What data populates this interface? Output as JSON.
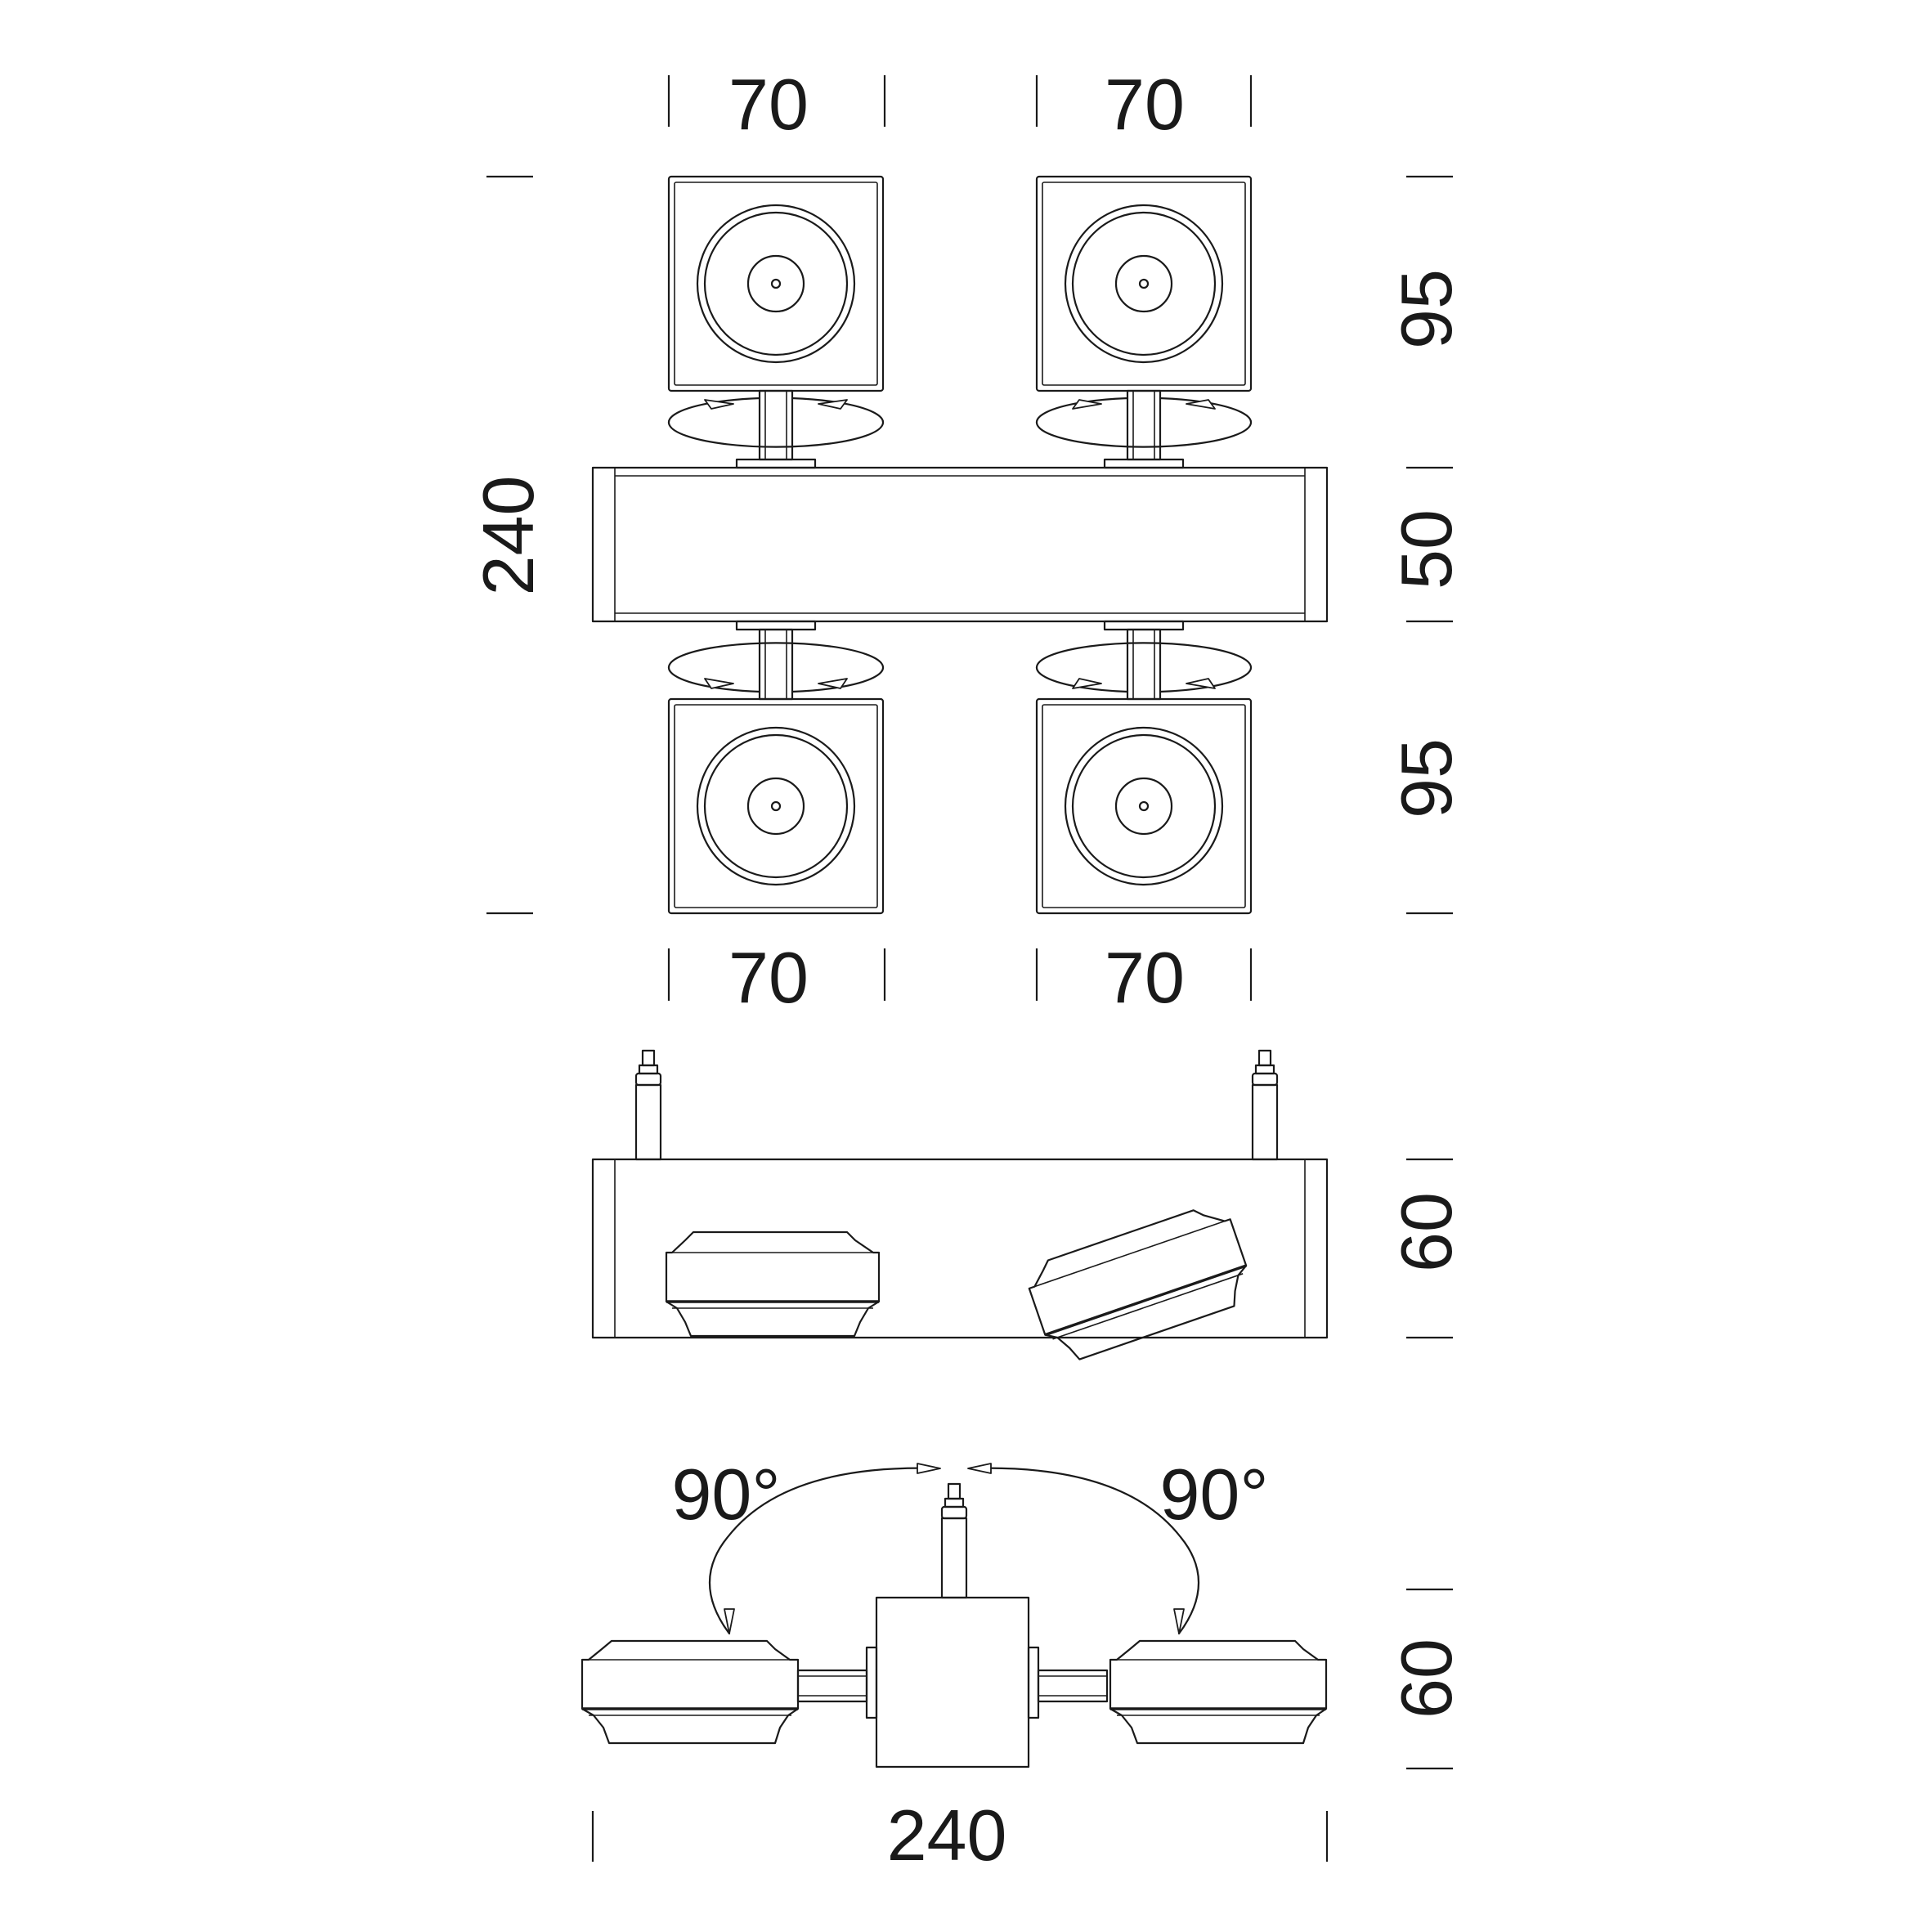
{
  "top_view": {
    "width_upper_left": "70",
    "width_upper_right": "70",
    "width_lower_left": "70",
    "width_lower_right": "70",
    "height_upper": "95",
    "height_bar": "50",
    "height_lower": "95",
    "total_length": "240"
  },
  "front_view": {
    "height": "60"
  },
  "side_view": {
    "angle_left": "90°",
    "angle_right": "90°",
    "height": "60",
    "total_width": "240"
  }
}
